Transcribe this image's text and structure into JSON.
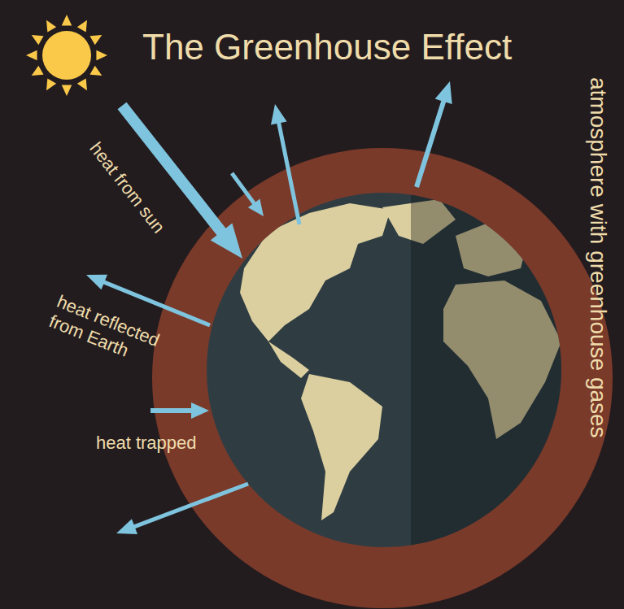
{
  "diagram": {
    "title": "The Greenhouse Effect",
    "labels": [
      "heat from sun",
      "heat reflected from Earth",
      "heat trapped",
      "atmosphere with greenhouse gases"
    ]
  }
}
